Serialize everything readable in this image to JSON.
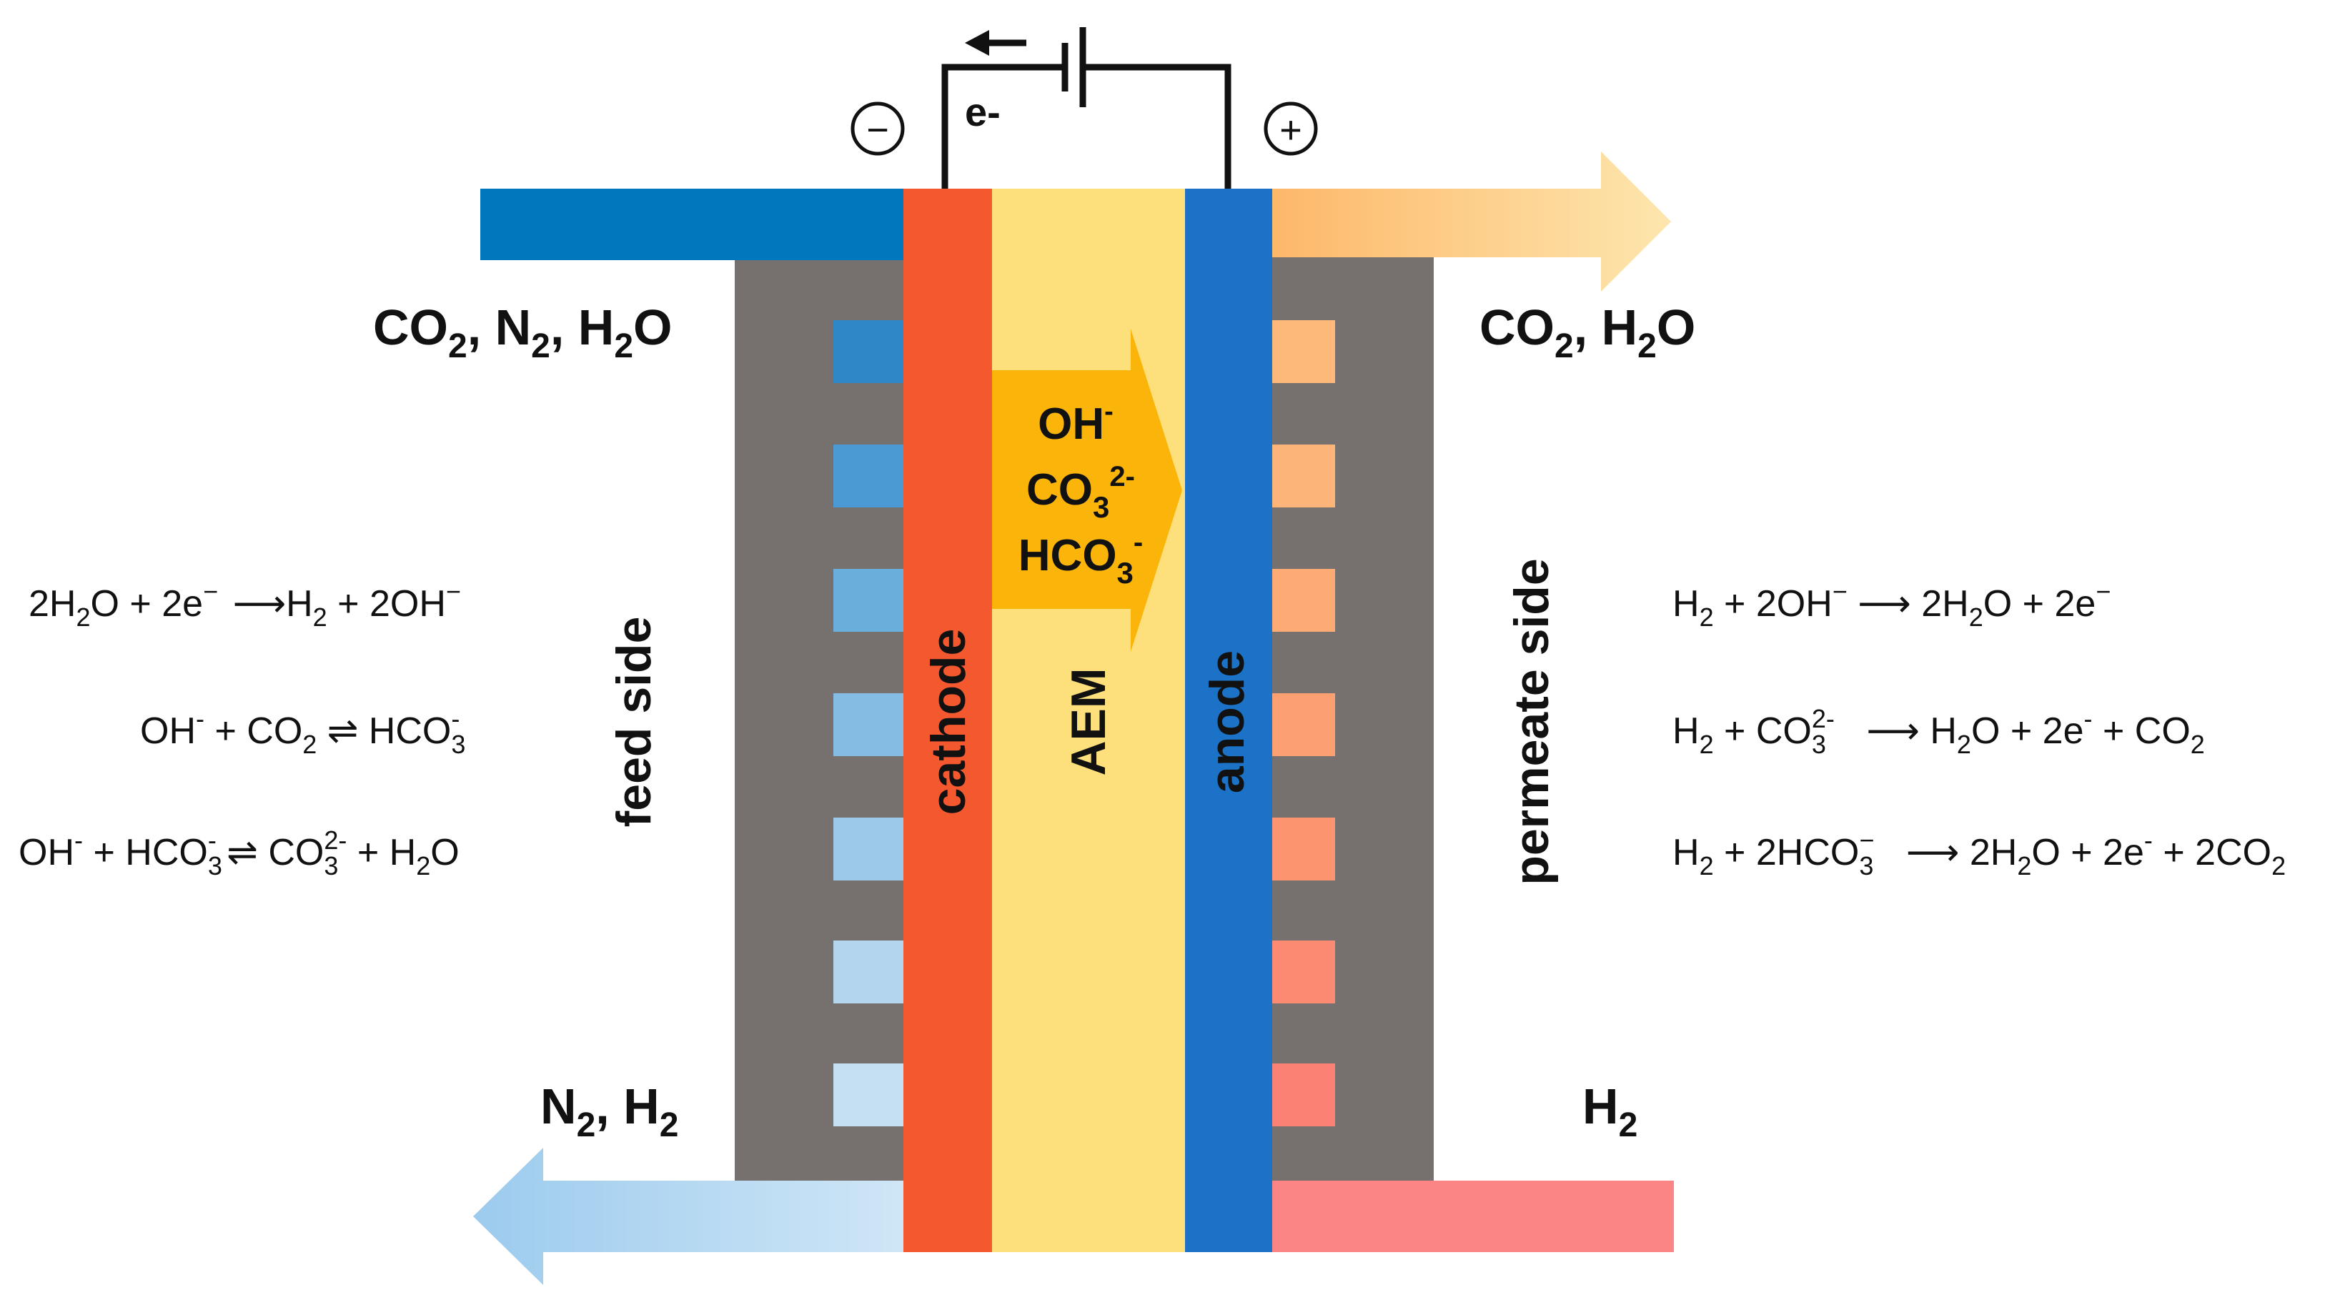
{
  "cell": {
    "electron_label": "e-",
    "negative_terminal": "−",
    "positive_terminal": "+",
    "cathode_label": "cathode",
    "membrane_label": "AEM",
    "anode_label": "anode",
    "feed_side_label": "feed side",
    "permeate_side_label": "permeate side",
    "ion_transport": [
      "OH-",
      "CO32-",
      "HCO3-"
    ]
  },
  "streams": {
    "feed_in": "CO2, N2, H2O",
    "feed_out": "N2, H2",
    "permeate_out": "CO2, H2O",
    "permeate_in": "H2"
  },
  "cathode_reactions": [
    "2H2O + 2e− → H2 + 2OH−",
    "OH− + CO2 ⇌ HCO3−",
    "OH− + HCO3− ⇌ CO32− + H2O"
  ],
  "anode_reactions": [
    "H2 + 2OH− → 2H2O + 2e−",
    "H2 + CO32− → H2O + 2e− + CO2",
    "H2 + 2HCO3− → 2H2O + 2e− + 2CO2"
  ],
  "colors": {
    "feed_pipe": "#0178bd",
    "cathode": "#f4582f",
    "membrane": "#fde07c",
    "anode": "#1b72c6",
    "housing": "#76706e",
    "ion_arrow": "#fbb50a",
    "permeate_out_arrow": "#fdbd6e",
    "permeate_in_pipe": "#fb8585",
    "feed_out_arrow": "#a9d2ef"
  }
}
